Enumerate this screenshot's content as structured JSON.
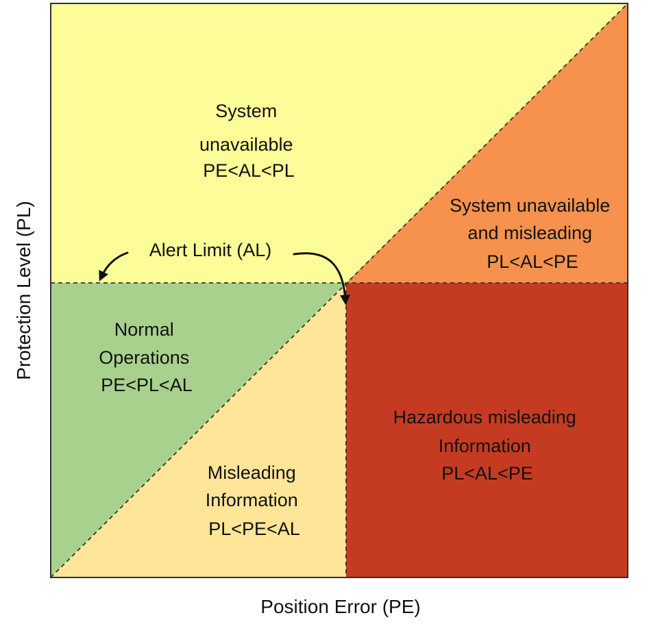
{
  "axes": {
    "x_label": "Position Error (PE)",
    "y_label": "Protection Level (PL)"
  },
  "threshold": {
    "label": "Alert Limit (AL)"
  },
  "regions": [
    {
      "id": "system-unavailable",
      "color": "#FCFC99",
      "lines": [
        "System",
        "unavailable",
        "PE<AL<PL"
      ]
    },
    {
      "id": "system-unavailable-misleading",
      "color": "#F6924E",
      "lines": [
        "System unavailable",
        "and misleading",
        "PL<AL<PE"
      ]
    },
    {
      "id": "normal-operations",
      "color": "#A9D18E",
      "lines": [
        "Normal",
        "Operations",
        "PE<PL<AL"
      ]
    },
    {
      "id": "misleading-information",
      "color": "#FEE598",
      "lines": [
        "Misleading",
        "Information",
        "PL<PE<AL"
      ]
    },
    {
      "id": "hazardous-misleading-information",
      "color": "#C43B22",
      "lines": [
        "Hazardous misleading",
        "Information",
        "PL<AL<PE"
      ]
    }
  ]
}
